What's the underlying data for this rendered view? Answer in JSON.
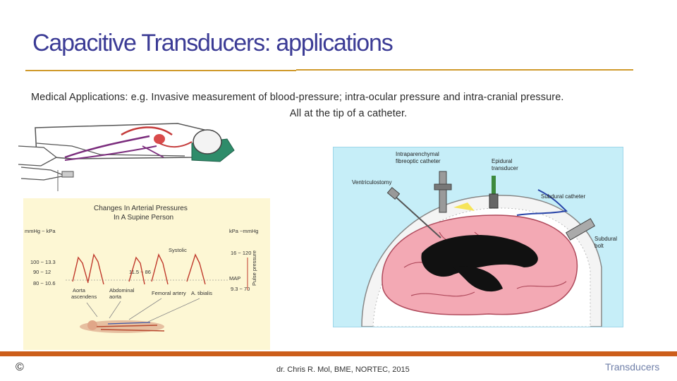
{
  "slide": {
    "title": "Capacitive Transducers: applications",
    "body_line1": "Medical Applications:   e.g. Invasive measurement of blood-pressure; intra-ocular pressure and intra-cranial pressure.",
    "body_line2": "All at the tip of a catheter."
  },
  "chart": {
    "title_line1": "Changes In Arterial Pressures",
    "title_line2": "In A Supine Person",
    "left_unit": "mmHg ~ kPa",
    "right_unit": "kPa ~mmHg",
    "ticks_left": [
      "100 ~ 13.3",
      "90 ~ 12",
      "80 ~ 10.6"
    ],
    "systolic": "Systolic",
    "mid_value": "11.5 ~ 86",
    "r_top": "16 ~ 120",
    "r_map": "MAP",
    "r_bottom": "9.3 ~ 70",
    "side_note": "Pulse pressure",
    "loc1_a": "Aorta",
    "loc1_b": "ascendens",
    "loc2_a": "Abdominal",
    "loc2_b": "aorta",
    "loc3": "Femoral artery",
    "loc4": "A. tibialis"
  },
  "brain": {
    "label_intra_1": "Intraparenchymal",
    "label_intra_2": "fibreoptic catheter",
    "label_epi_1": "Epidural",
    "label_epi_2": "transducer",
    "label_vent": "Ventriculostomy",
    "label_subcath": "Subdural catheter",
    "label_bolt_1": "Subdural",
    "label_bolt_2": "bolt"
  },
  "footer": {
    "copyright": "©",
    "author": "dr. Chris R. Mol, BME, NORTEC, 2015",
    "topic": "Transducers"
  },
  "colors": {
    "title": "#3b3b95",
    "rule": "#d09a2c",
    "footer_bar": "#cc5e1a",
    "brain_bg": "#c6eef8",
    "chart_bg": "#fdf7d4"
  }
}
